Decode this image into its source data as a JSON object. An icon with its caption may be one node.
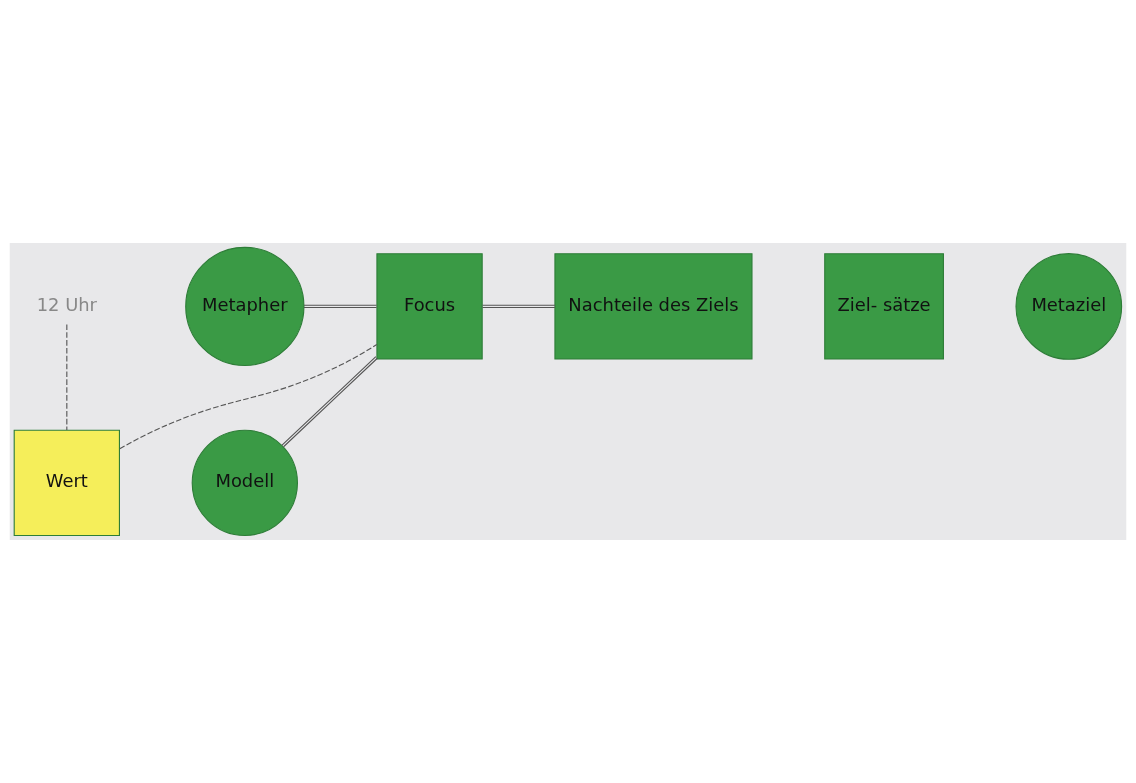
{
  "diagram": {
    "nodes": [
      {
        "text": [
          "12 Uhr"
        ]
      },
      {
        "text": [
          "Ziel- sätze"
        ]
      },
      {
        "text": [
          "Metaziel"
        ]
      },
      {
        "text": [
          "Wert"
        ]
      },
      {
        "text": [
          "Metapher"
        ]
      },
      {
        "text": [
          "Focus"
        ]
      },
      {
        "text": [
          "Modell"
        ]
      },
      {
        "text": [
          "Nachteile des Ziels"
        ]
      }
    ],
    "edges": [
      {
        "from": 0,
        "to": 3,
        "arrow": "none",
        "style": "dashed"
      },
      {
        "from": 3,
        "to": 5,
        "arrow": "none",
        "style": "dashed"
      },
      {
        "from": 4,
        "to": 5,
        "arrow": "none"
      },
      {
        "from": 6,
        "to": 5,
        "arrow": "none"
      },
      {
        "from": 5,
        "to": 7,
        "arrow": "none"
      }
    ]
  }
}
